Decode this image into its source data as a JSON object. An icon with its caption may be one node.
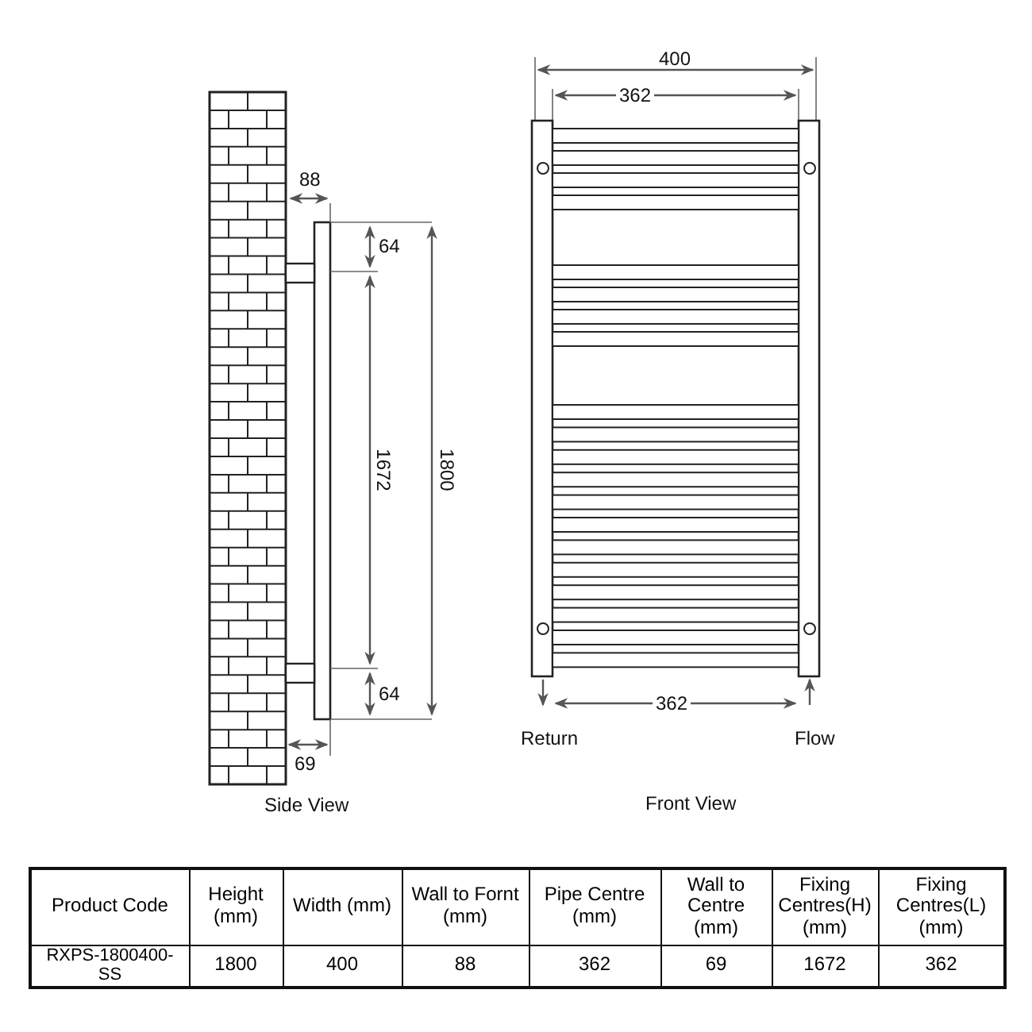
{
  "diagram": {
    "labels": [
      "400",
      "362",
      "88",
      "64",
      "1672",
      "1800",
      "64",
      "362",
      "Return",
      "Flow",
      "69",
      "Side View",
      "Front View",
      "Product Code",
      "Height (mm)",
      "Width (mm)",
      "Wall to Fornt (mm)",
      "Pipe Centre (mm)",
      "Wall to Centre (mm)",
      "Fixing Centres(H) (mm)",
      "Fixing Centres(L) (mm)",
      "RXPS-1800400-SS",
      "1800",
      "400",
      "88",
      "362",
      "69",
      "1672",
      "362"
    ]
  }
}
